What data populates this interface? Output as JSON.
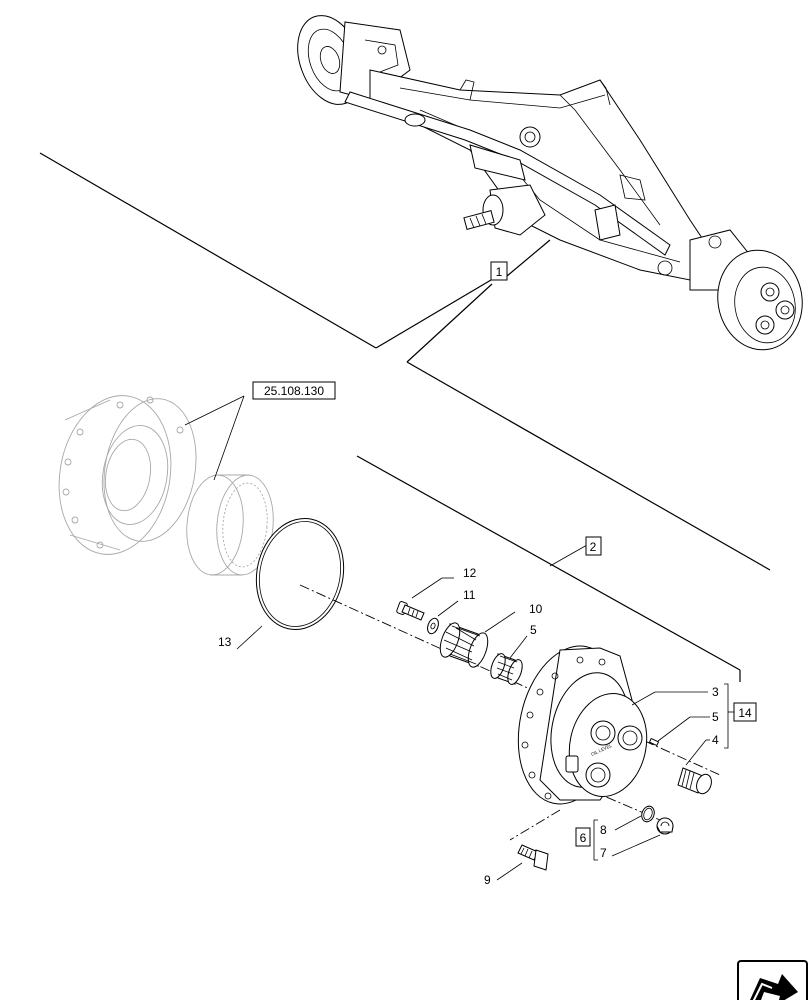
{
  "callouts": {
    "assembly_ref": "1",
    "group_ref": "2",
    "section_ref": "25.108.130",
    "kit_6": "6",
    "kit_14": "14"
  },
  "parts": {
    "p12": "12",
    "p11": "11",
    "p10": "10",
    "p5a": "5",
    "p13": "13",
    "p3": "3",
    "p5b": "5",
    "p4": "4",
    "p8": "8",
    "p7": "7",
    "p9": "9"
  },
  "icons": {
    "nav": "next-page-arrow-icon"
  }
}
